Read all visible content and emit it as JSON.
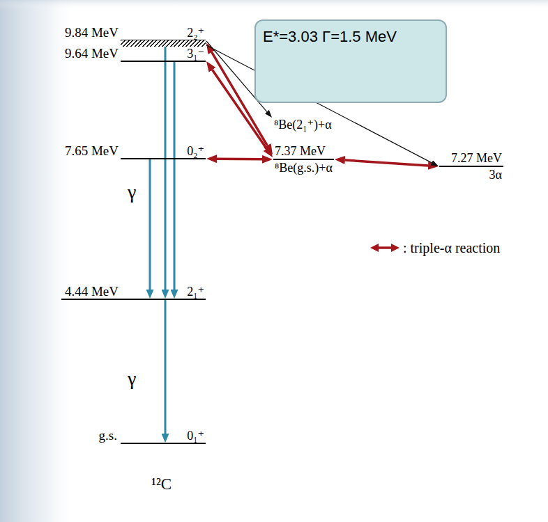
{
  "diagram": {
    "nodes": [
      {
        "text": [
          "9.84 MeV",
          "2₂⁺"
        ]
      },
      {
        "text": [
          "E*=3.03 Γ=1.5 MeV"
        ]
      },
      {
        "text": [
          "9.64 MeV",
          "3₁⁻"
        ]
      },
      {
        "text": [
          "⁸Be(2₁⁺)+α"
        ]
      },
      {
        "text": [
          "7.65 MeV",
          "0₂⁺"
        ]
      },
      {
        "text": [
          "7.37 MeV",
          "⁸Be(g.s.)+α"
        ]
      },
      {
        "text": [
          "7.27 MeV",
          "3α"
        ]
      },
      {
        "text": [
          "4.44 MeV",
          "2₁⁺"
        ]
      },
      {
        "text": [
          "g.s.",
          "0₁⁺"
        ]
      }
    ],
    "edges": [
      {
        "from": 0,
        "to": 7,
        "arrow": "to"
      },
      {
        "from": 2,
        "to": 7,
        "arrow": "to"
      },
      {
        "from": 4,
        "to": 7,
        "arrow": "to"
      },
      {
        "from": 7,
        "to": 8,
        "arrow": "to"
      },
      {
        "from": 0,
        "to": 5,
        "arrow": "both"
      },
      {
        "from": 2,
        "to": 5,
        "arrow": "both"
      },
      {
        "from": 4,
        "to": 5,
        "arrow": "both"
      },
      {
        "from": 5,
        "to": 6,
        "arrow": "both"
      },
      {
        "from": 0,
        "to": 3,
        "arrow": "to"
      },
      {
        "from": 0,
        "to": 6,
        "arrow": "to"
      }
    ],
    "labels": [
      "γ",
      "γ",
      "¹²C"
    ],
    "legend": [
      {
        "text": ": triple-α reaction"
      }
    ]
  }
}
